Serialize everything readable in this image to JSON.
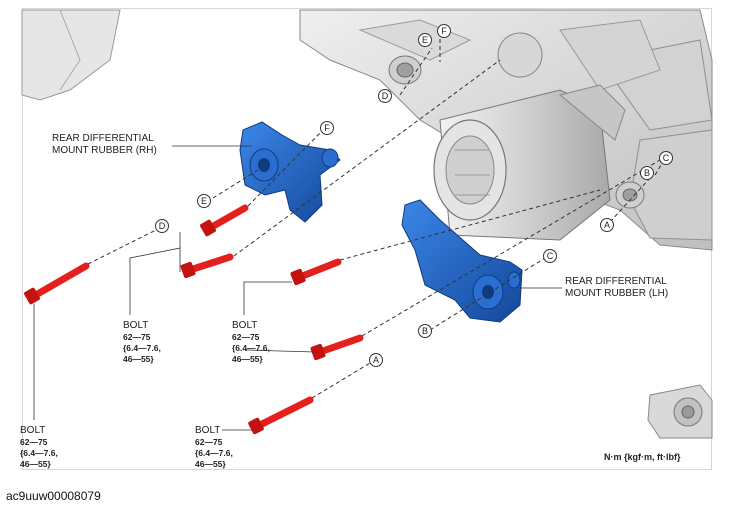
{
  "labels": {
    "mount_rh": [
      "REAR DIFFERENTIAL",
      "MOUNT RUBBER (RH)"
    ],
    "mount_lh": [
      "REAR DIFFERENTIAL",
      "MOUNT RUBBER (LH)"
    ]
  },
  "bolts": [
    {
      "title": "BOLT",
      "torque": [
        "62—75",
        "{6.4—7.6,",
        "46—55}"
      ]
    },
    {
      "title": "BOLT",
      "torque": [
        "62—75",
        "{6.4—7.6,",
        "46—55}"
      ]
    },
    {
      "title": "BOLT",
      "torque": [
        "62—75",
        "{6.4—7.6,",
        "46—55}"
      ]
    },
    {
      "title": "BOLT",
      "torque": [
        "62—75",
        "{6.4—7.6,",
        "46—55}"
      ]
    }
  ],
  "callouts": {
    "a": "A",
    "b": "B",
    "c": "C",
    "d": "D",
    "e": "E",
    "f": "F"
  },
  "units": "N·m {kgf·m, ft·lbf}",
  "figure_id": "ac9uuw00008079",
  "colors": {
    "mount": "#1f63c8",
    "bolt": "#e5201c",
    "housing": "#d9d9d9"
  }
}
